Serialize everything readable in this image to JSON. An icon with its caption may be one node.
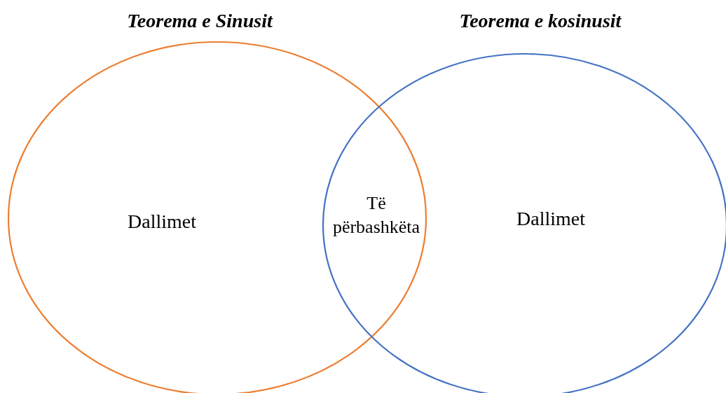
{
  "diagram": {
    "nodes": [
      {
        "text": [
          "Teorema e Sinusit",
          "Dallimet"
        ]
      },
      {
        "text": [
          "Teorema e kosinusit",
          "Dallimet"
        ]
      }
    ],
    "labels": [
      "Të përbashkëta"
    ]
  }
}
